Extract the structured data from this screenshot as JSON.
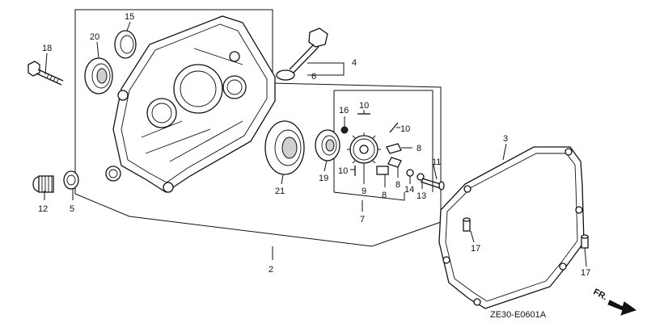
{
  "diagram": {
    "part_numbers": {
      "p2": "2",
      "p3": "3",
      "p4": "4",
      "p5": "5",
      "p6": "6",
      "p7": "7",
      "p8a": "8",
      "p8b": "8",
      "p8c": "8",
      "p9": "9",
      "p10a": "10",
      "p10b": "10",
      "p10c": "10",
      "p11": "11",
      "p12": "12",
      "p13": "13",
      "p14": "14",
      "p15": "15",
      "p16": "16",
      "p17a": "17",
      "p17b": "17",
      "p18": "18",
      "p19": "19",
      "p20": "20",
      "p21": "21"
    },
    "direction_label": "FR.",
    "diagram_code": "ZE30-E0601A"
  }
}
